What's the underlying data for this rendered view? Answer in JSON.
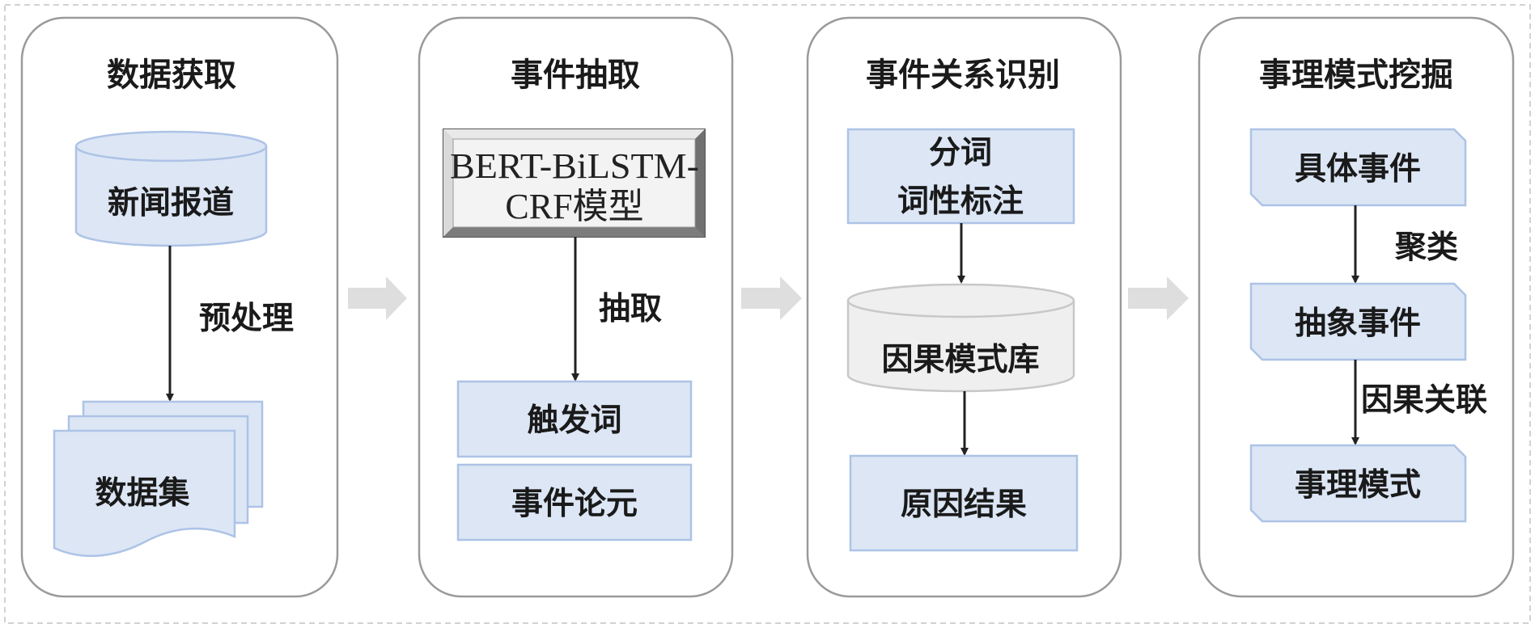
{
  "stages": [
    {
      "title": "数据获取",
      "source": "新闻报道",
      "step": "预处理",
      "output": "数据集"
    },
    {
      "title": "事件抽取",
      "model": [
        "BERT-BiLSTM-",
        "CRF模型"
      ],
      "step": "抽取",
      "outputs": [
        "触发词",
        "事件论元"
      ]
    },
    {
      "title": "事件关系识别",
      "input": [
        "分词",
        "词性标注"
      ],
      "library": "因果模式库",
      "output": "原因结果"
    },
    {
      "title": "事理模式挖掘",
      "nodes": [
        "具体事件",
        "抽象事件",
        "事理模式"
      ],
      "edges": [
        "聚类",
        "因果关联"
      ]
    }
  ],
  "colors": {
    "box_fill": "#dce6f5",
    "box_border": "#adc3e6",
    "library_fill": "#efefef",
    "stage_arrow": "#dedede",
    "flow_arrow": "#222222"
  }
}
